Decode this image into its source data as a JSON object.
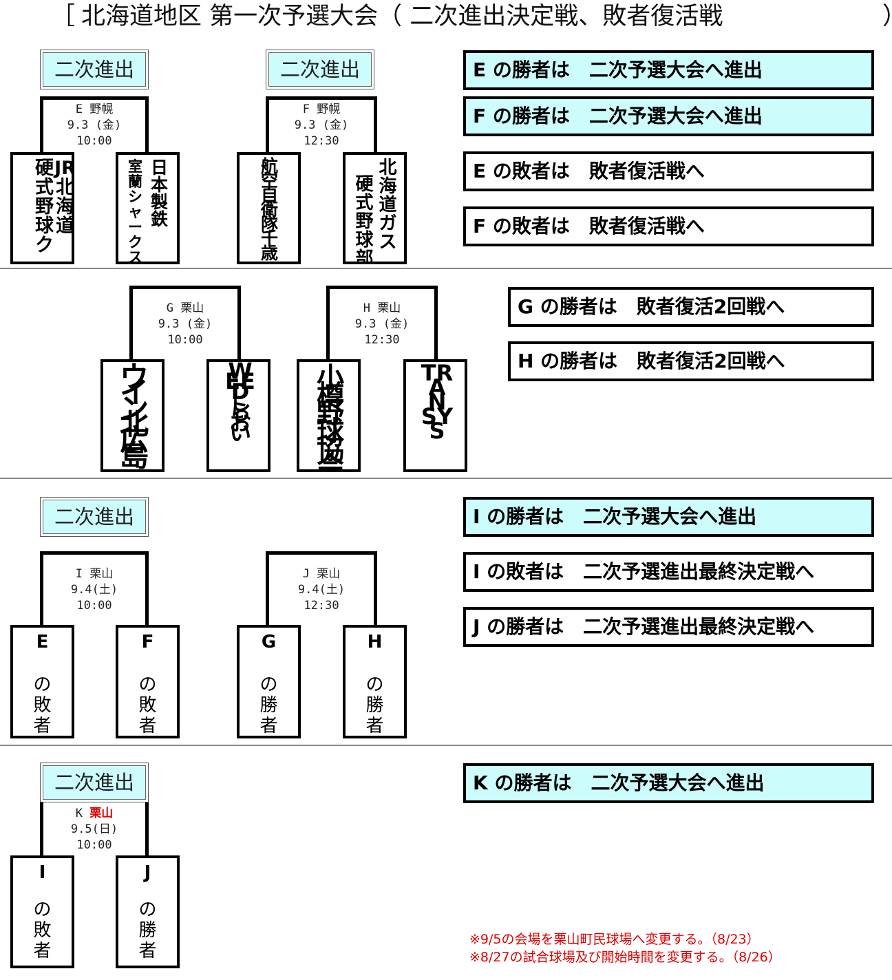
{
  "title": {
    "open": "［",
    "main": "北海道地区 第一次予選大会（ 二次進出決定戦、敗者復活戦",
    "close": "）"
  },
  "advance_label": "二次進出",
  "matches": {
    "E": {
      "line1": "E 野幌",
      "line2": "9.3 (金)",
      "line3": "10:00"
    },
    "F": {
      "line1": "F 野幌",
      "line2": "9.3 (金)",
      "line3": "12:30"
    },
    "G": {
      "line1": "G 栗山",
      "line2": "9.3 (金)",
      "line3": "10:00"
    },
    "H": {
      "line1": "H 栗山",
      "line2": "9.3 (金)",
      "line3": "12:30"
    },
    "I": {
      "line1": "I 栗山",
      "line2": "9.4(土)",
      "line3": "10:00"
    },
    "J": {
      "line1": "J 栗山",
      "line2": "9.4(土)",
      "line3": "12:30"
    },
    "K": {
      "line1_prefix": "K",
      "line1_venue": "栗山",
      "line2": "9.5(日)",
      "line3": "10:00"
    }
  },
  "teams": {
    "jr_col1": "JR北海道",
    "jr_col2": "硬式野球",
    "jr_col3": "ク",
    "nippon_col1": "日本製鉄",
    "nippon_col2": "室蘭シャークス",
    "koku": "航空自衛隊千歳",
    "gas_col1": "北海道ガス",
    "gas_col2": "硬式野球部",
    "win": "ウイン北広島",
    "weed": "WEEDしらおい",
    "otaru": "小樽野球協会",
    "transys": "TRANSYS"
  },
  "slots": {
    "i_left": {
      "key": "E",
      "word1": "の",
      "word2": "敗",
      "word3": "者"
    },
    "i_right": {
      "key": "F",
      "word1": "の",
      "word2": "敗",
      "word3": "者"
    },
    "j_left": {
      "key": "G",
      "word1": "の",
      "word2": "勝",
      "word3": "者"
    },
    "j_right": {
      "key": "H",
      "word1": "の",
      "word2": "勝",
      "word3": "者"
    },
    "k_left": {
      "key": "I",
      "word1": "の",
      "word2": "敗",
      "word3": "者"
    },
    "k_right": {
      "key": "J",
      "word1": "の",
      "word2": "勝",
      "word3": "者"
    }
  },
  "results": [
    "E の勝者は　二次予選大会へ進出",
    "F の勝者は　二次予選大会へ進出",
    "E の敗者は　敗者復活戦へ",
    "F の敗者は　敗者復活戦へ",
    "G の勝者は　敗者復活2回戦へ",
    "H の勝者は　敗者復活2回戦へ",
    "I の勝者は　二次予選大会へ進出",
    "I の敗者は　二次予選進出最終決定戦へ",
    "J の勝者は　二次予選進出最終決定戦へ",
    "K の勝者は　二次予選大会へ進出"
  ],
  "notes": [
    "※9/5の会場を栗山町民球場へ変更する。（8/23）",
    "※8/27の試合球場及び開始時間を変更する。（8/26）"
  ],
  "colors": {
    "highlight_cyan": "#ccfcfc",
    "note_red": "#e00000",
    "venue_red": "#e00000"
  }
}
